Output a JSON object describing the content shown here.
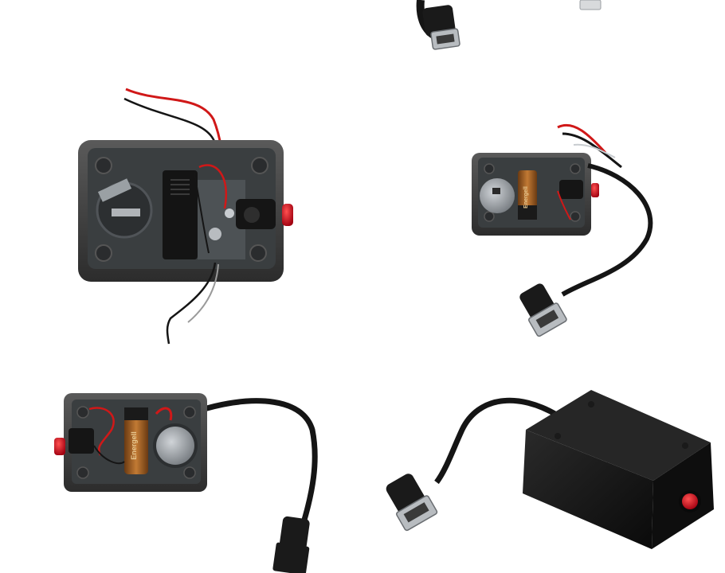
{
  "photo": {
    "background": "#ffffff",
    "battery_brand": "Energell"
  },
  "colors": {
    "case_grey": "#4a4a4a",
    "case_inner": "#3a3e40",
    "case_black": "#141414",
    "button_red": "#d01020",
    "wire_red": "#d01818",
    "wire_black": "#151515",
    "battery_copper": "#b06a2a",
    "coin_cell": "#a8acb0",
    "usb_metal": "#b8bcc0"
  },
  "objects": [
    {
      "name": "usb-plug-partial-top",
      "kind": "usb-female-plug"
    },
    {
      "name": "open-enclosure-red-black-wires",
      "kind": "open-box"
    },
    {
      "name": "open-enclosure-with-usb-cable-right",
      "kind": "open-box"
    },
    {
      "name": "open-enclosure-with-usb-cable-left",
      "kind": "open-box"
    },
    {
      "name": "closed-enclosure-with-usb",
      "kind": "closed-box"
    }
  ]
}
